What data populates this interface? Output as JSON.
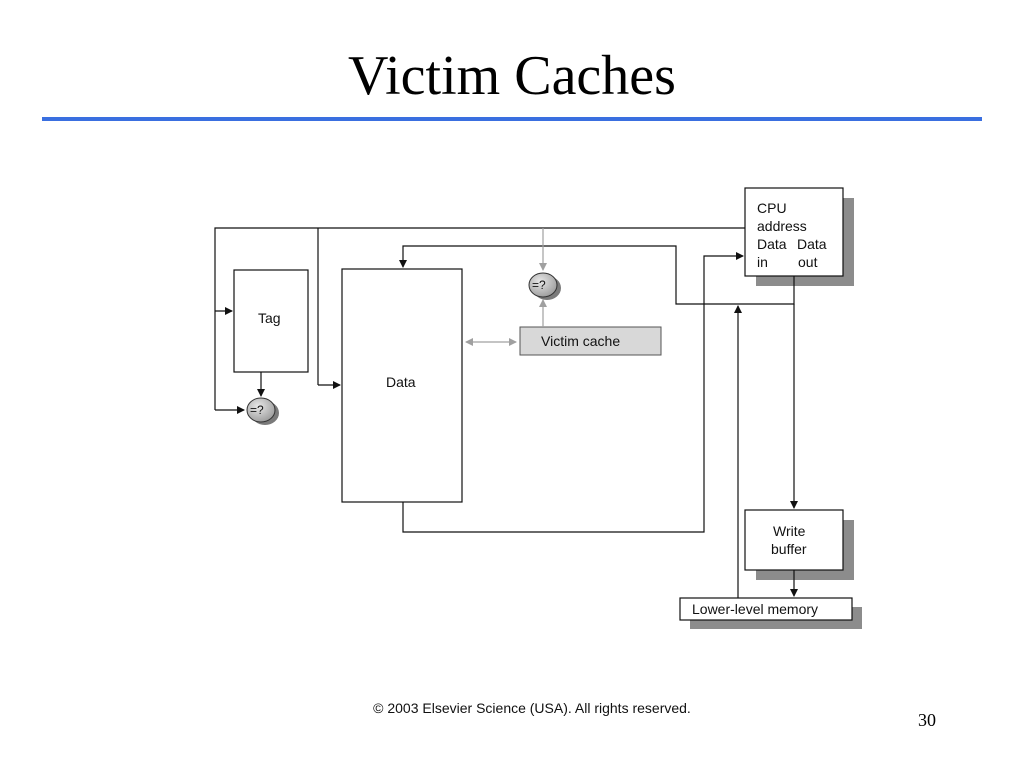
{
  "slide": {
    "title": "Victim Caches",
    "copyright": "© 2003 Elsevier Science (USA). All rights reserved.",
    "page_number": "30"
  },
  "diagram": {
    "tag_label": "Tag",
    "data_label": "Data",
    "compare_label": "=?",
    "victim_cache_label": "Victim cache",
    "cpu": {
      "line1": "CPU",
      "line2": "address",
      "data_in_line1": "Data",
      "data_in_line2": "in",
      "data_out_line1": "Data",
      "data_out_line2": "out"
    },
    "write_buffer_line1": "Write",
    "write_buffer_line2": "buffer",
    "lower_memory_label": "Lower-level memory",
    "colors": {
      "title_rule": "#3a6fe0",
      "victim_cache_fill": "#d8d8d8",
      "shadow": "#8c8c8c",
      "gray_link": "#a0a0a0"
    }
  }
}
